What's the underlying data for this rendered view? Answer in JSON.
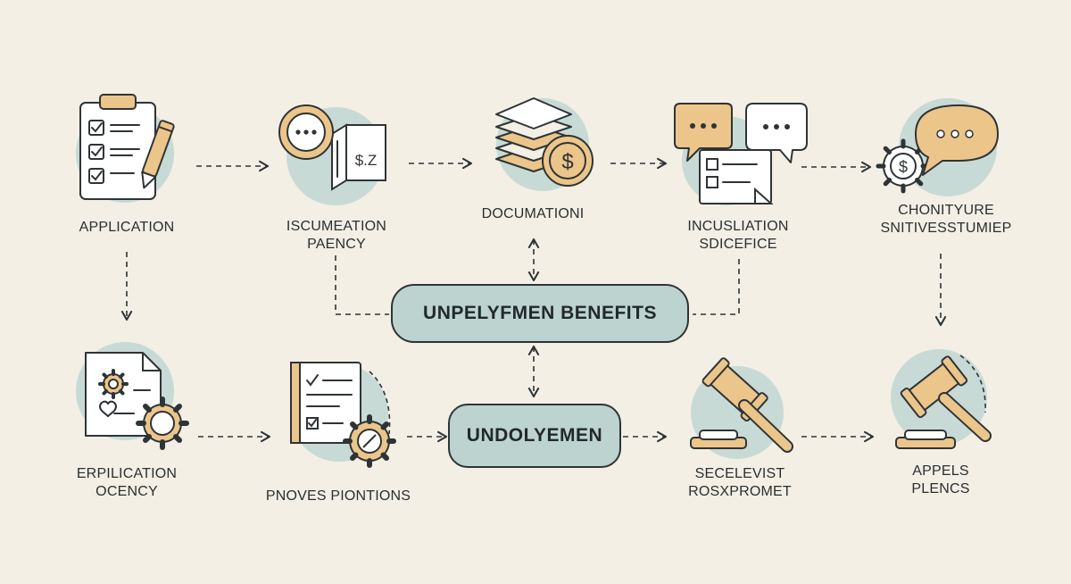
{
  "colors": {
    "background": "#f3efe4",
    "teal_circle": "#c8dad6",
    "orange_accent": "#ecc58b",
    "outline": "#2e3436"
  },
  "nodes": {
    "application": {
      "line1": "APPLICATION"
    },
    "documentation_agency": {
      "line1": "ISCUMEATION",
      "line2": "PAENCY"
    },
    "documentation": {
      "line1": "DOCUMATIONI"
    },
    "inclusion_service": {
      "line1": "INCUSLIATION",
      "line2": "SDICEFICE"
    },
    "community": {
      "line1": "CHONITYURE",
      "line2": "SNITIVESSTUMIEP"
    },
    "eligibility": {
      "line1": "ERPILICATION",
      "line2": "OCENCY"
    },
    "proves_positions": {
      "line1": "PNOVES PIONTIONS"
    },
    "selection": {
      "line1": "SECELEVIST",
      "line2": "ROSXPROMET"
    },
    "appeals": {
      "line1": "APPELS",
      "line2": "PLENCS"
    }
  },
  "center": {
    "main_label": "UNPELYFMEN BENEFITS",
    "sub_label": "UNDOLYEMEN"
  },
  "icon_text": {
    "document_amount": "$.Z",
    "coin_symbol": "$",
    "gear_coin_symbol": "$"
  }
}
